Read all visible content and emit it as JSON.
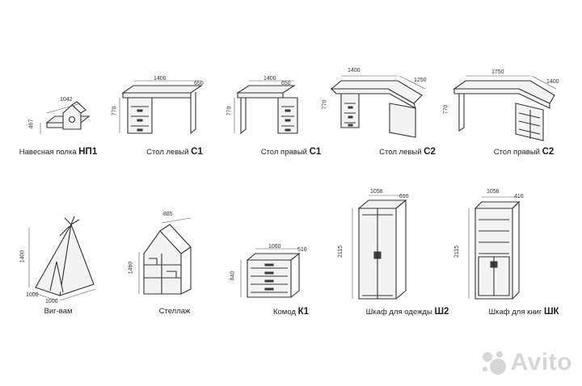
{
  "items": [
    {
      "caption_prefix": "Навесная полка",
      "caption_model": "НП1",
      "dims": [
        "1042",
        "467"
      ]
    },
    {
      "caption_prefix": "Стол левый",
      "caption_model": "С1",
      "dims": [
        "1400",
        "650",
        "770"
      ]
    },
    {
      "caption_prefix": "Стол правый",
      "caption_model": "С1",
      "dims": [
        "1400",
        "650",
        "770"
      ]
    },
    {
      "caption_prefix": "Стол левый",
      "caption_model": "С2",
      "dims": [
        "1400",
        "1250",
        "770"
      ]
    },
    {
      "caption_prefix": "Стол правый",
      "caption_model": "С2",
      "dims": [
        "1750",
        "1400",
        "770"
      ]
    },
    {
      "caption_prefix": "Виг-вам",
      "caption_model": "",
      "dims": [
        "1400",
        "1000",
        "1000"
      ]
    },
    {
      "caption_prefix": "Стеллаж",
      "caption_model": "",
      "dims": [
        "885",
        "1460"
      ]
    },
    {
      "caption_prefix": "Комод",
      "caption_model": "К1",
      "dims": [
        "1060",
        "516",
        "840"
      ]
    },
    {
      "caption_prefix": "Шкаф для одежды",
      "caption_model": "Ш2",
      "dims": [
        "1058",
        "616",
        "2115"
      ]
    },
    {
      "caption_prefix": "Шкаф для книг",
      "caption_model": "ШК",
      "dims": [
        "1058",
        "416",
        "2115"
      ]
    }
  ],
  "watermark": {
    "text": "Avito",
    "icon": "avito-logo-icon",
    "color": "#d6d6d6"
  },
  "colors": {
    "line": "#333333",
    "fill": "#f3f3f3",
    "background": "#ffffff"
  }
}
